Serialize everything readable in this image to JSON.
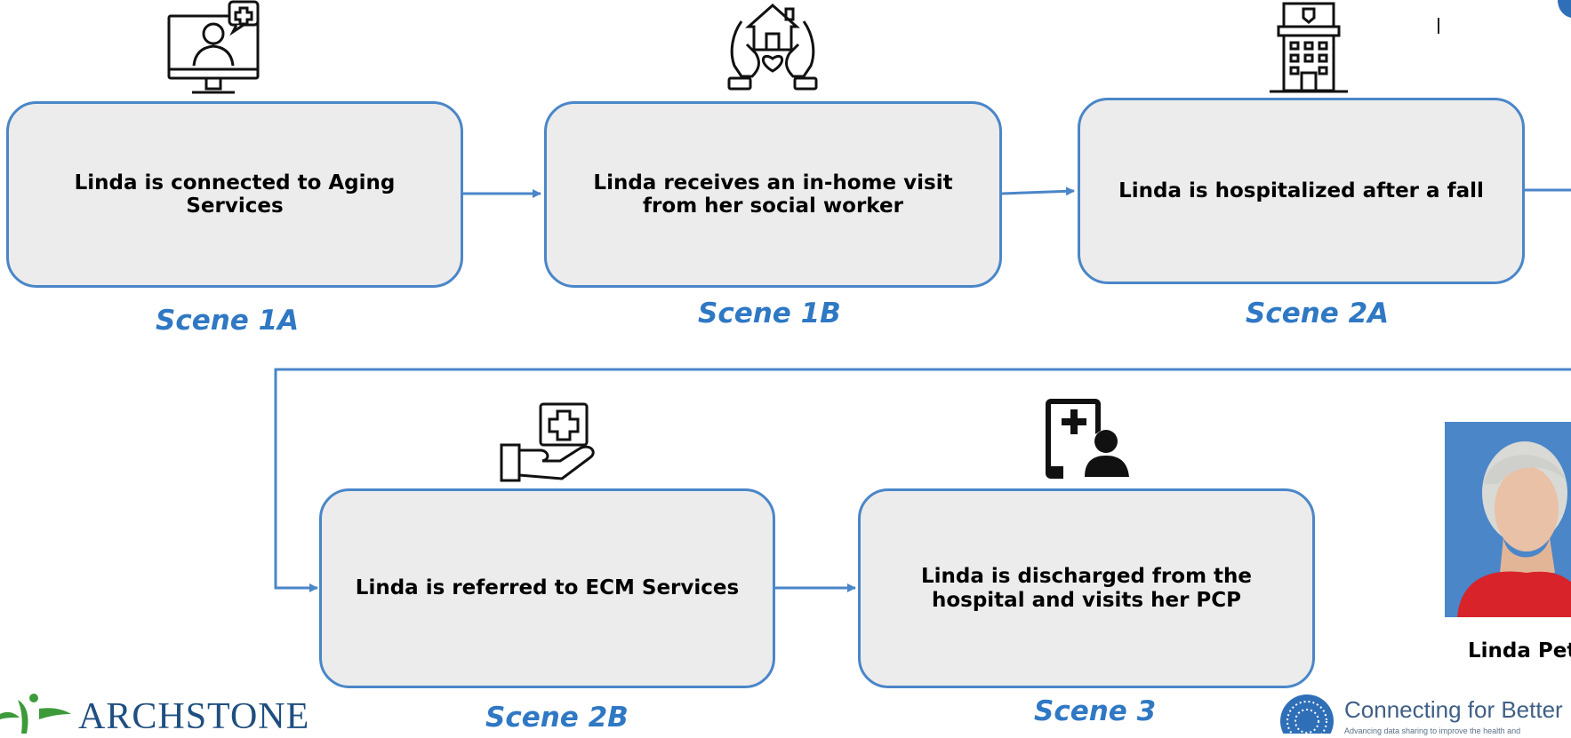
{
  "steps": [
    {
      "text": "Linda is connected to Aging Services",
      "scene": "Scene 1A",
      "icon": "telehealth-monitor-icon"
    },
    {
      "text": "Linda receives an in-home visit from her social worker",
      "scene": "Scene 1B",
      "icon": "home-care-hands-icon"
    },
    {
      "text": "Linda is hospitalized after a fall",
      "scene": "Scene 2A",
      "icon": "hospital-building-icon"
    },
    {
      "text": "Linda is referred to ECM Services",
      "scene": "Scene 2B",
      "icon": "hand-medical-cross-icon"
    },
    {
      "text": "Linda is discharged from the hospital and visits her PCP",
      "scene": "Scene 3",
      "icon": "doctor-patient-icon"
    }
  ],
  "profile": {
    "caption": "Linda Pete"
  },
  "logos": {
    "archstone": "ARCHSTONE",
    "cfb_title": "Connecting for Better",
    "cfb_sub": "Advancing data sharing to improve the health and"
  },
  "colors": {
    "accent": "#4a86c8",
    "scene_label": "#2f78c4",
    "box_fill": "#ececec"
  }
}
